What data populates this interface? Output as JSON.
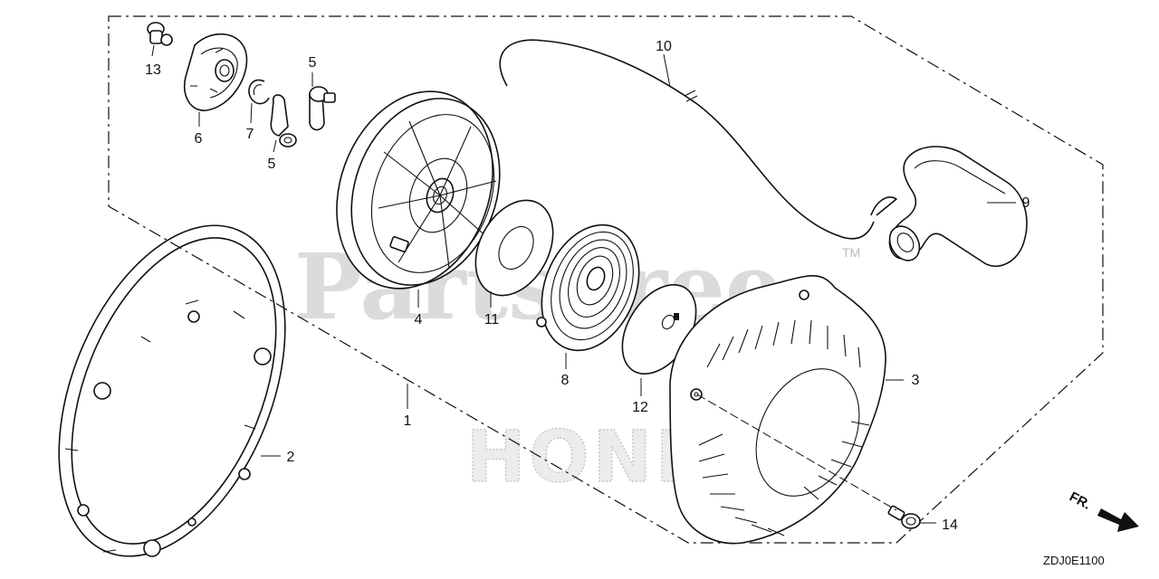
{
  "watermark": {
    "brand": "PartsTree",
    "trademark": "TM",
    "maker": "HONDA"
  },
  "orientation": {
    "label": "FR."
  },
  "diagram_code": "ZDJ0E1100",
  "callouts": {
    "n1": "1",
    "n2": "2",
    "n3": "3",
    "n4": "4",
    "n5a": "5",
    "n5b": "5",
    "n6": "6",
    "n7": "7",
    "n8": "8",
    "n9": "9",
    "n10": "10",
    "n11": "11",
    "n12": "12",
    "n13": "13",
    "n14": "14"
  }
}
